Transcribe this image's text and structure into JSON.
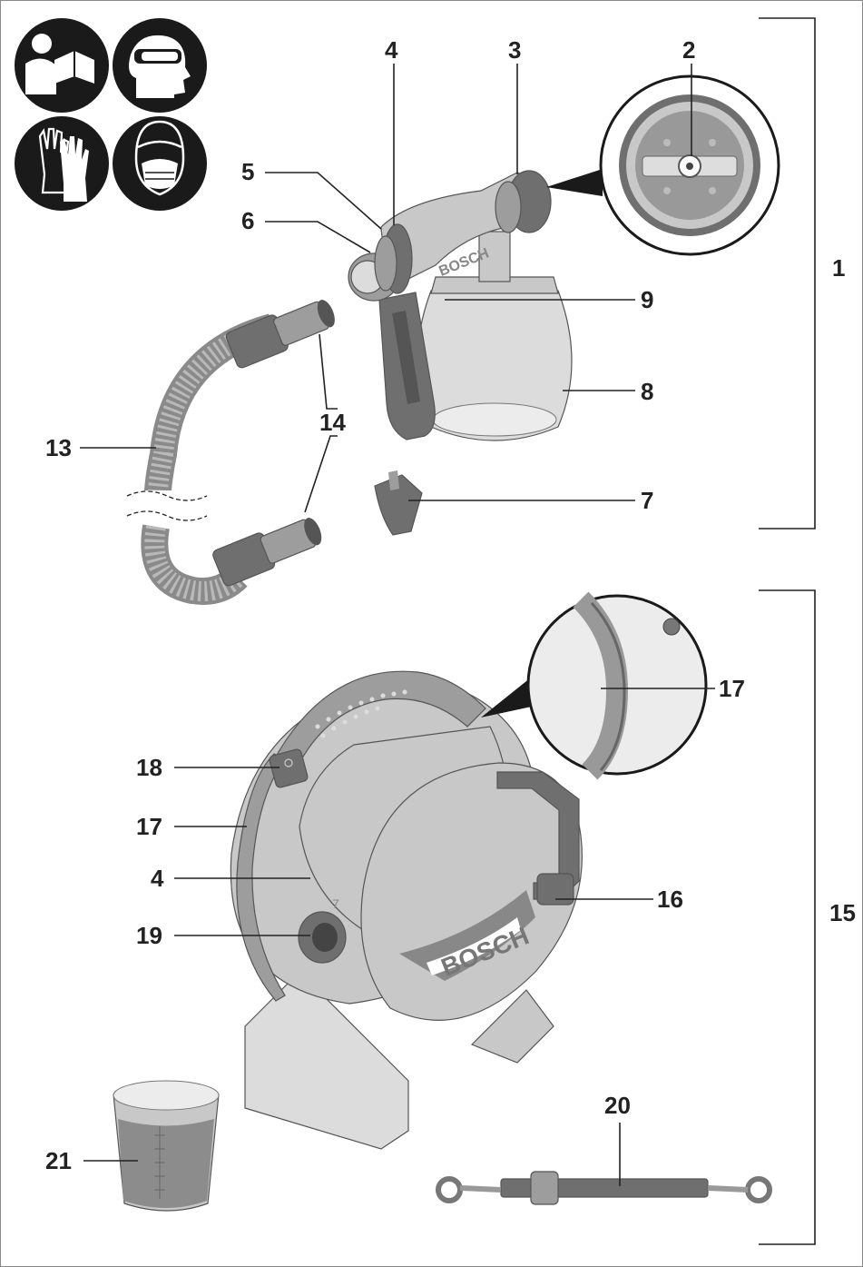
{
  "brand": "BOSCH",
  "safety_icons": [
    {
      "name": "read-manual-icon"
    },
    {
      "name": "eye-protection-icon"
    },
    {
      "name": "protective-gloves-icon"
    },
    {
      "name": "dust-mask-icon"
    }
  ],
  "callouts": {
    "c1": "1",
    "c2": "2",
    "c3": "3",
    "c4_top": "4",
    "c5": "5",
    "c6": "6",
    "c7": "7",
    "c8": "8",
    "c9": "9",
    "c13": "13",
    "c14": "14",
    "c15": "15",
    "c16": "16",
    "c17_detail": "17",
    "c17_side": "17",
    "c18": "18",
    "c4_unit": "4",
    "c19": "19",
    "c20": "20",
    "c21": "21"
  },
  "unit_mark": "7"
}
